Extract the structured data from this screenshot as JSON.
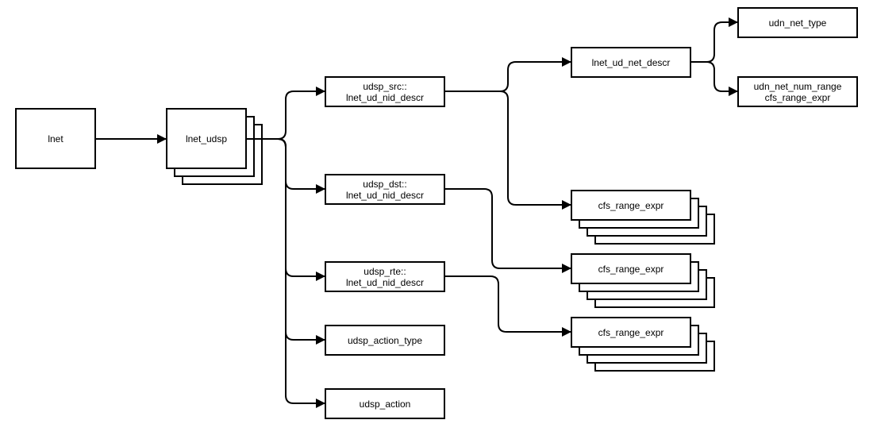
{
  "nodes": {
    "lnet": {
      "label": "lnet"
    },
    "lnet_udsp": {
      "label": "lnet_udsp"
    },
    "udsp_src": {
      "label": "udsp_src::\nlnet_ud_nid_descr"
    },
    "udsp_dst": {
      "label": "udsp_dst::\nlnet_ud_nid_descr"
    },
    "udsp_rte": {
      "label": "udsp_rte::\nlnet_ud_nid_descr"
    },
    "udsp_action_type": {
      "label": "udsp_action_type"
    },
    "udsp_action": {
      "label": "udsp_action"
    },
    "lnet_ud_net_descr": {
      "label": "lnet_ud_net_descr"
    },
    "udn_net_type": {
      "label": "udn_net_type"
    },
    "udn_net_num_range": {
      "label": "udn_net_num_range\ncfs_range_expr"
    },
    "cfs_range_expr_1": {
      "label": "cfs_range_expr"
    },
    "cfs_range_expr_2": {
      "label": "cfs_range_expr"
    },
    "cfs_range_expr_3": {
      "label": "cfs_range_expr"
    }
  },
  "edges": [
    {
      "from": "lnet",
      "to": "lnet_udsp"
    },
    {
      "from": "lnet_udsp",
      "to": "udsp_src"
    },
    {
      "from": "lnet_udsp",
      "to": "udsp_dst"
    },
    {
      "from": "lnet_udsp",
      "to": "udsp_rte"
    },
    {
      "from": "lnet_udsp",
      "to": "udsp_action_type"
    },
    {
      "from": "lnet_udsp",
      "to": "udsp_action"
    },
    {
      "from": "udsp_src",
      "to": "lnet_ud_net_descr"
    },
    {
      "from": "udsp_src",
      "to": "cfs_range_expr_1"
    },
    {
      "from": "udsp_dst",
      "to": "cfs_range_expr_2"
    },
    {
      "from": "udsp_rte",
      "to": "cfs_range_expr_3"
    },
    {
      "from": "lnet_ud_net_descr",
      "to": "udn_net_type"
    },
    {
      "from": "lnet_ud_net_descr",
      "to": "udn_net_num_range"
    }
  ]
}
